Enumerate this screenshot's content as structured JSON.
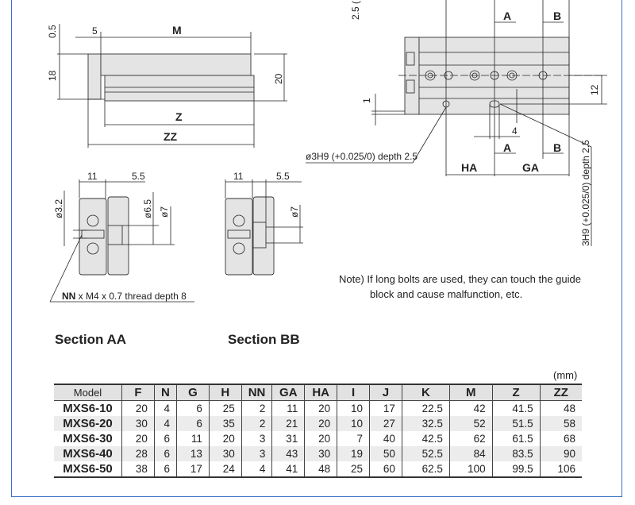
{
  "drawing": {
    "side_view": {
      "dim_05": "0.5",
      "dim_5": "5",
      "dim_m": "M",
      "dim_18": "18",
      "dim_20": "20",
      "dim_z": "Z",
      "dim_zz": "ZZ"
    },
    "section_aa": {
      "dim_11": "11",
      "dim_55": "5.5",
      "dim_d32": "ø3.2",
      "dim_d65": "ø6.5",
      "dim_d7": "ø7",
      "callout_bold": "NN",
      "callout_text": " x M4 x 0.7 thread depth 8",
      "title": "Section AA"
    },
    "section_bb": {
      "dim_11": "11",
      "dim_55": "5.5",
      "dim_d7": "ø7",
      "title": "Section BB"
    },
    "top_view": {
      "dim_25": "2.5 (",
      "dim_1": "1",
      "dim_12": "12",
      "dim_4": "4",
      "mark_a": "A",
      "mark_b": "B",
      "dim_ha": "HA",
      "dim_ga": "GA",
      "hole_callout": "ø3H9 (+0.025/0) depth 2.5",
      "slot_callout": "3H9 (+0.025/0) depth 2.5"
    }
  },
  "note": {
    "line1": "Note) If long bolts are used, they can touch the guide",
    "line2": "block and cause malfunction, etc."
  },
  "table": {
    "unit": "(mm)",
    "headers": [
      "Model",
      "F",
      "N",
      "G",
      "H",
      "NN",
      "GA",
      "HA",
      "I",
      "J",
      "K",
      "M",
      "Z",
      "ZZ"
    ],
    "rows": [
      [
        "MXS6-10",
        "20",
        "4",
        "6",
        "25",
        "2",
        "11",
        "20",
        "10",
        "17",
        "22.5",
        "42",
        "41.5",
        "48"
      ],
      [
        "MXS6-20",
        "30",
        "4",
        "6",
        "35",
        "2",
        "21",
        "20",
        "10",
        "27",
        "32.5",
        "52",
        "51.5",
        "58"
      ],
      [
        "MXS6-30",
        "20",
        "6",
        "11",
        "20",
        "3",
        "31",
        "20",
        "7",
        "40",
        "42.5",
        "62",
        "61.5",
        "68"
      ],
      [
        "MXS6-40",
        "28",
        "6",
        "13",
        "30",
        "3",
        "43",
        "30",
        "19",
        "50",
        "52.5",
        "84",
        "83.5",
        "90"
      ],
      [
        "MXS6-50",
        "38",
        "6",
        "17",
        "24",
        "4",
        "41",
        "48",
        "25",
        "60",
        "62.5",
        "100",
        "99.5",
        "106"
      ]
    ]
  },
  "colors": {
    "frame": "#3b6fc4",
    "body": "#e4e4e4"
  }
}
